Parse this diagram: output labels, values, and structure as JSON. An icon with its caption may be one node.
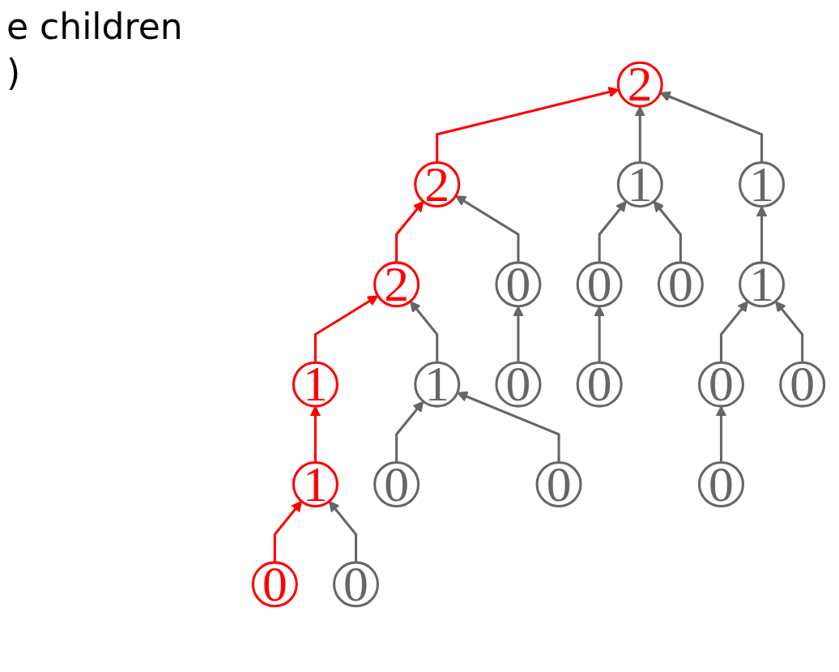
{
  "diagram": {
    "nodes": [
      {
        "text": [
          "2"
        ]
      },
      {
        "text": [
          "2"
        ]
      },
      {
        "text": [
          "1"
        ]
      },
      {
        "text": [
          "1"
        ]
      },
      {
        "text": [
          "2"
        ]
      },
      {
        "text": [
          "0"
        ]
      },
      {
        "text": [
          "0"
        ]
      },
      {
        "text": [
          "0"
        ]
      },
      {
        "text": [
          "1"
        ]
      },
      {
        "text": [
          "1"
        ]
      },
      {
        "text": [
          "1"
        ]
      },
      {
        "text": [
          "0"
        ]
      },
      {
        "text": [
          "0"
        ]
      },
      {
        "text": [
          "0"
        ]
      },
      {
        "text": [
          "0"
        ]
      },
      {
        "text": [
          "1"
        ]
      },
      {
        "text": [
          "0"
        ]
      },
      {
        "text": [
          "0"
        ]
      },
      {
        "text": [
          "0"
        ]
      },
      {
        "text": [
          "0"
        ]
      },
      {
        "text": [
          "0"
        ]
      }
    ],
    "edges": [
      {
        "from": 1,
        "to": 0,
        "arrow": "to",
        "color": "#ff0000"
      },
      {
        "from": 2,
        "to": 0,
        "arrow": "to"
      },
      {
        "from": 3,
        "to": 0,
        "arrow": "to"
      },
      {
        "from": 4,
        "to": 1,
        "arrow": "to",
        "color": "#ff0000"
      },
      {
        "from": 5,
        "to": 1,
        "arrow": "to"
      },
      {
        "from": 6,
        "to": 2,
        "arrow": "to"
      },
      {
        "from": 7,
        "to": 2,
        "arrow": "to"
      },
      {
        "from": 8,
        "to": 3,
        "arrow": "to"
      },
      {
        "from": 9,
        "to": 4,
        "arrow": "to",
        "color": "#ff0000"
      },
      {
        "from": 10,
        "to": 4,
        "arrow": "to"
      },
      {
        "from": 11,
        "to": 5,
        "arrow": "to"
      },
      {
        "from": 12,
        "to": 6,
        "arrow": "to"
      },
      {
        "from": 13,
        "to": 8,
        "arrow": "to"
      },
      {
        "from": 14,
        "to": 8,
        "arrow": "to"
      },
      {
        "from": 15,
        "to": 9,
        "arrow": "to",
        "color": "#ff0000"
      },
      {
        "from": 16,
        "to": 10,
        "arrow": "to"
      },
      {
        "from": 17,
        "to": 10,
        "arrow": "to"
      },
      {
        "from": 18,
        "to": 13,
        "arrow": "to"
      },
      {
        "from": 19,
        "to": 15,
        "arrow": "to",
        "color": "#ff0000"
      },
      {
        "from": 20,
        "to": 15,
        "arrow": "to"
      }
    ],
    "labels": [
      "e children",
      ")"
    ]
  }
}
